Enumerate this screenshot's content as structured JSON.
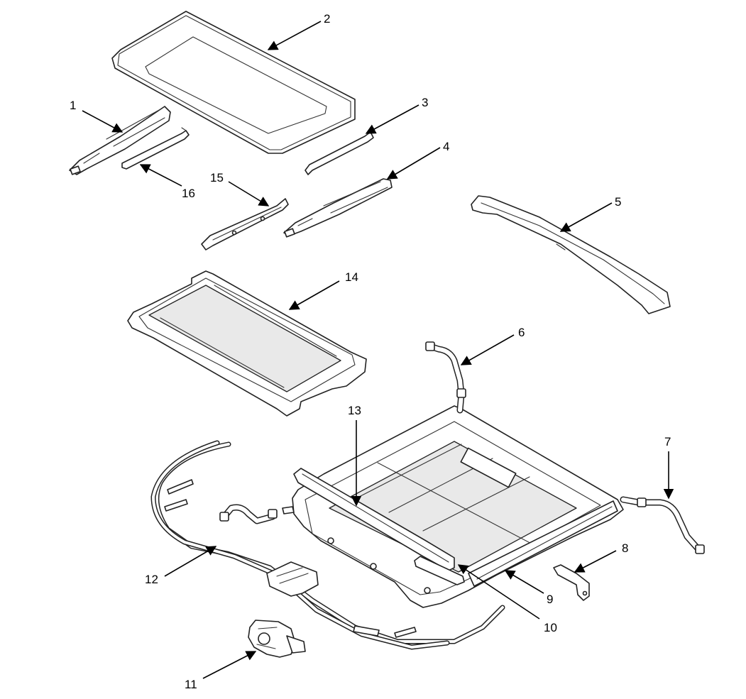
{
  "callouts": {
    "c1": "1",
    "c2": "2",
    "c3": "3",
    "c4": "4",
    "c5": "5",
    "c6": "6",
    "c7": "7",
    "c8": "8",
    "c9": "9",
    "c10": "10",
    "c11": "11",
    "c12": "12",
    "c13": "13",
    "c14": "14",
    "c15": "15",
    "c16": "16"
  },
  "colors": {
    "line": "#222222",
    "shade": "#e9e9e9",
    "background": "#ffffff"
  }
}
